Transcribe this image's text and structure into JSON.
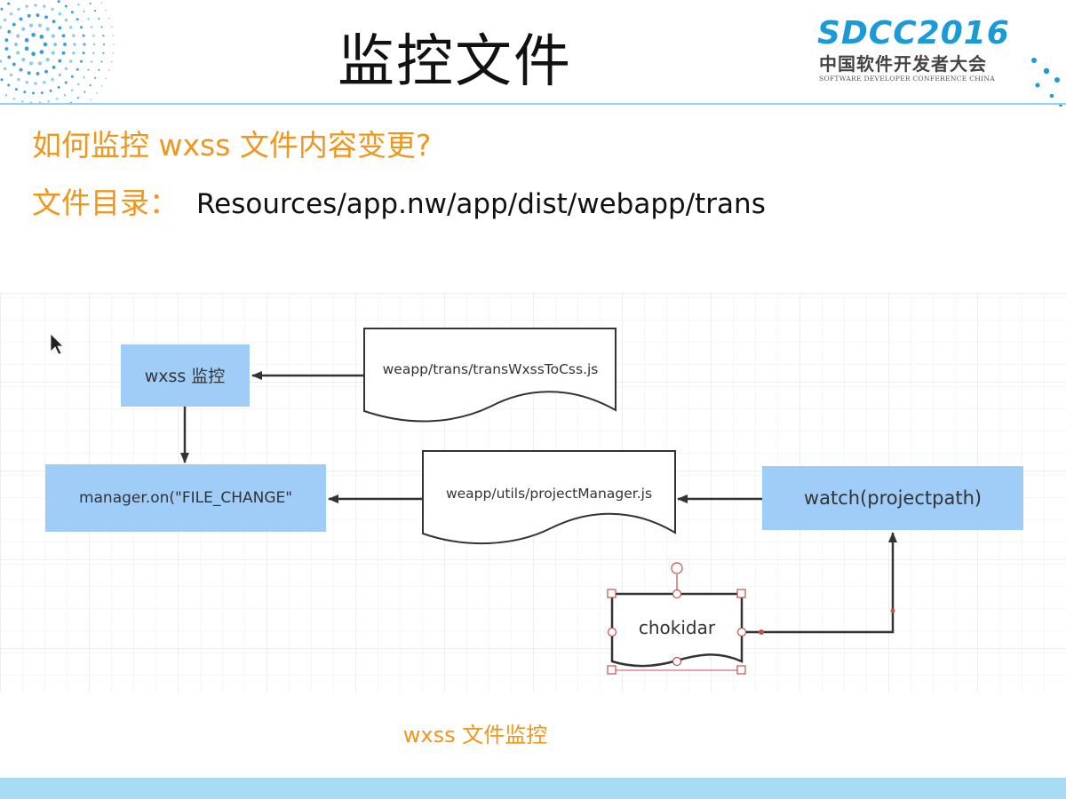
{
  "slide": {
    "title": "监控文件",
    "question": "如何监控 wxss 文件内容变更?",
    "directory_label": "文件目录：",
    "directory_path": "Resources/app.nw/app/dist/webapp/trans",
    "caption": "wxss 文件监控"
  },
  "logo": {
    "main": "SDCC2016",
    "chinese": "中国软件开发者大会",
    "english": "SOFTWARE DEVELOPER CONFERENCE CHINA"
  },
  "diagram": {
    "nodes": {
      "wxss_monitor": "wxss 监控",
      "trans_doc": "weapp/trans/transWxssToCss.js",
      "manager_on": "manager.on(\"FILE_CHANGE\"",
      "project_doc": "weapp/utils/projectManager.js",
      "watch": "watch(projectpath)",
      "chokidar": "chokidar"
    }
  },
  "colors": {
    "accent_orange": "#f0961c",
    "box_blue": "#9fcdf7",
    "logo_blue": "#1a9ad6",
    "header_line": "#8fd3f0",
    "selection_red": "#c0504d"
  },
  "icons": [
    "mouse-cursor-icon",
    "decorative-dot-pattern-icon"
  ]
}
